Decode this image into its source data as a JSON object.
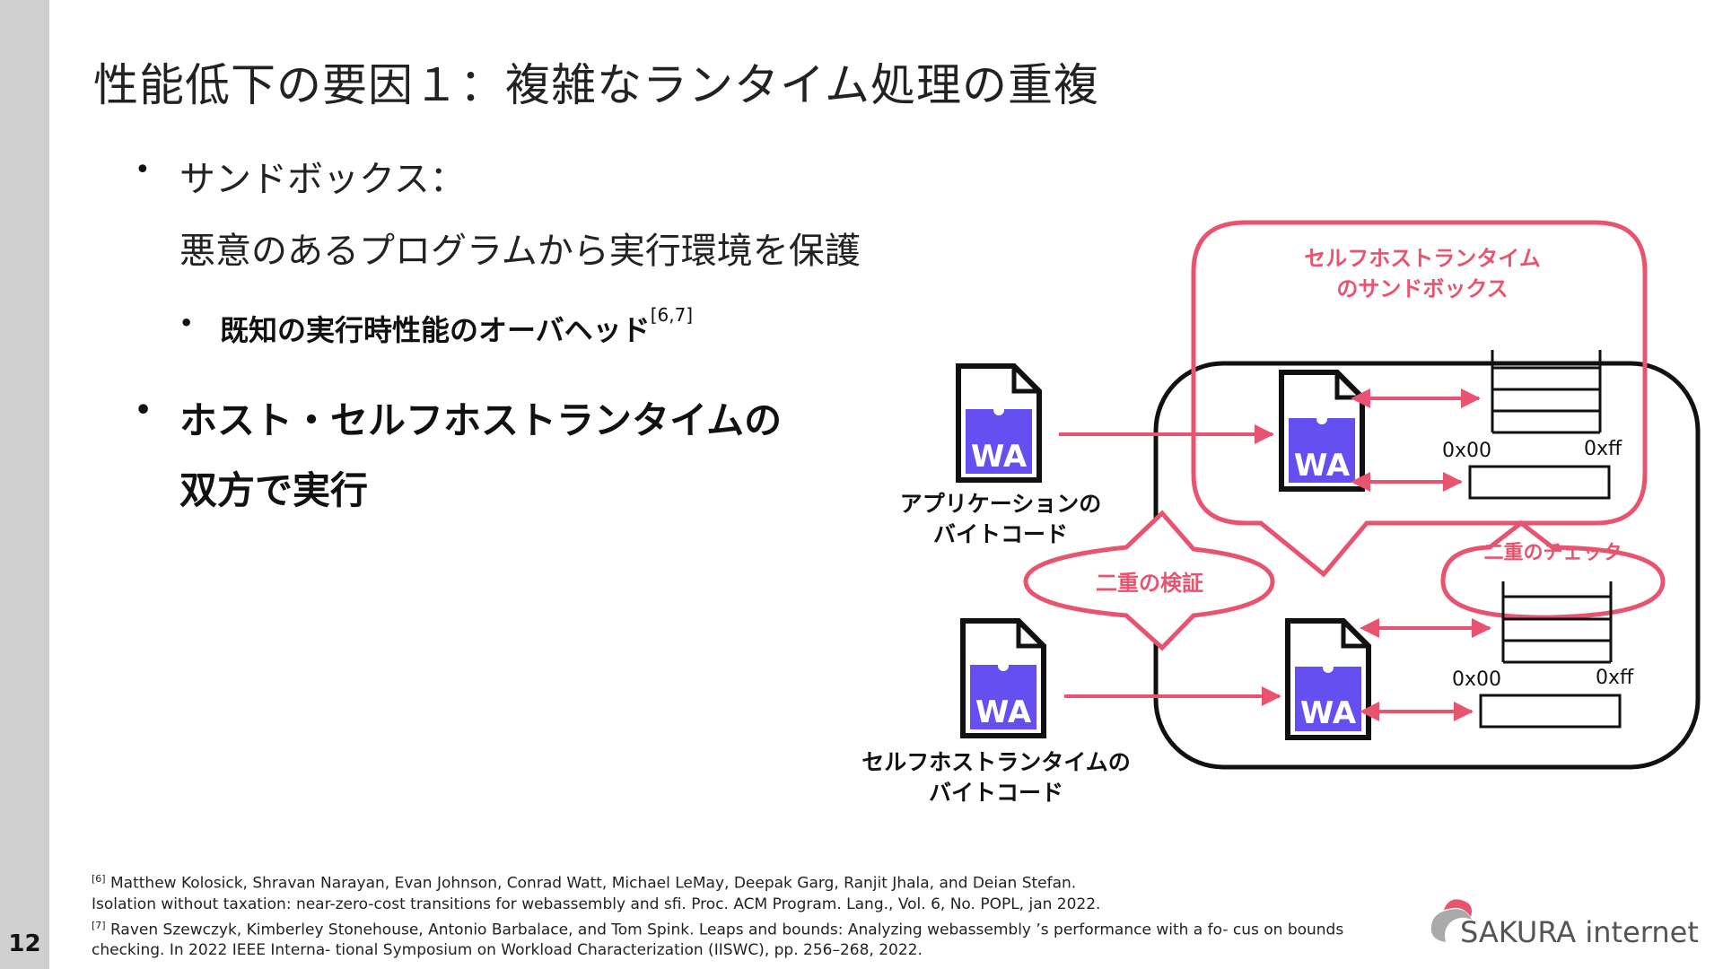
{
  "page_number": "12",
  "title": "性能低下の要因１：複雑なランタイム処理の重複",
  "bullets": {
    "b1_line1": "サンドボックス：",
    "b1_line2": "悪意のあるプログラムから実行環境を保護",
    "b2_text": "既知の実行時性能のオーバヘッド",
    "b2_ref": "[6,7]",
    "b3_line1": "ホスト・セルフホストランタイムの",
    "b3_line2": "双方で実行",
    "dot": "•"
  },
  "diagram": {
    "sandbox_label_1": "セルフホストランタイム",
    "sandbox_label_2": "のサンドボックス",
    "app_label_1": "アプリケーションの",
    "app_label_2": "バイトコード",
    "self_label_1": "セルフホストランタイムの",
    "self_label_2": "バイトコード",
    "double_verify": "二重の検証",
    "double_check": "二重のチェック",
    "wa_text": "WA",
    "hex_start": "0x00",
    "hex_end": "0xff",
    "colors": {
      "pink": "#e8536f",
      "wa_purple": "#654ff0",
      "black": "#111111"
    }
  },
  "references": {
    "r6_tag": "[6]",
    "r6_line1": " Matthew Kolosick, Shravan Narayan, Evan Johnson, Conrad Watt, Michael LeMay, Deepak Garg, Ranjit Jhala, and Deian Stefan.",
    "r6_line2": "Isolation without taxation: near-zero-cost transitions for webassembly and sfi. Proc. ACM Program. Lang., Vol. 6, No. POPL, jan 2022.",
    "r7_tag": "[7]",
    "r7_line1": " Raven Szewczyk, Kimberley Stonehouse, Antonio Barbalace, and Tom Spink. Leaps and bounds: Analyzing webassembly ’s performance with a fo- cus on bounds",
    "r7_line2": "checking. In 2022 IEEE Interna- tional Symposium on Workload Characterization (IISWC), pp. 256–268, 2022."
  },
  "logo": {
    "text": "SAKURA internet"
  }
}
